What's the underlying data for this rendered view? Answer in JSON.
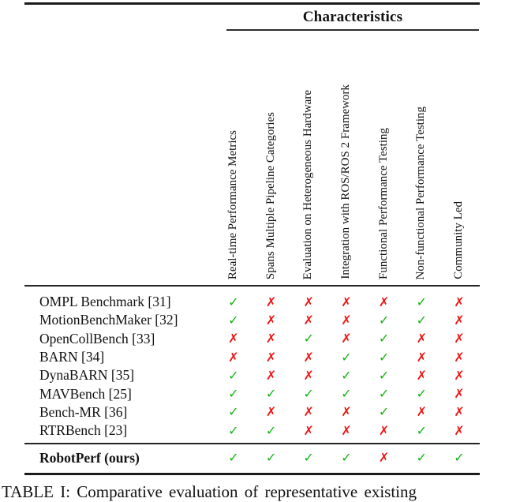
{
  "table": {
    "group_header": "Characteristics",
    "columns": [
      "Real-time Performance Metrics",
      "Spans Multiple Pipeline Categories",
      "Evaluation on Heterogeneous Hardware",
      "Integration with ROS/ROS 2 Framework",
      "Functional Performance Testing",
      "Non-functional Performance Testing",
      "Community Led"
    ],
    "rows": [
      {
        "label": "OMPL Benchmark [31]",
        "values": [
          "yes",
          "no",
          "no",
          "no",
          "no",
          "yes",
          "no"
        ]
      },
      {
        "label": "MotionBenchMaker [32]",
        "values": [
          "yes",
          "no",
          "no",
          "no",
          "yes",
          "yes",
          "no"
        ]
      },
      {
        "label": "OpenCollBench [33]",
        "values": [
          "no",
          "no",
          "yes",
          "no",
          "yes",
          "no",
          "no"
        ]
      },
      {
        "label": "BARN [34]",
        "values": [
          "no",
          "no",
          "no",
          "yes",
          "yes",
          "no",
          "no"
        ]
      },
      {
        "label": "DynaBARN [35]",
        "values": [
          "yes",
          "no",
          "no",
          "yes",
          "yes",
          "no",
          "no"
        ]
      },
      {
        "label": "MAVBench [25]",
        "values": [
          "yes",
          "yes",
          "yes",
          "yes",
          "yes",
          "yes",
          "no"
        ]
      },
      {
        "label": "Bench-MR [36]",
        "values": [
          "yes",
          "no",
          "no",
          "no",
          "yes",
          "no",
          "no"
        ]
      },
      {
        "label": "RTRBench [23]",
        "values": [
          "yes",
          "yes",
          "no",
          "no",
          "no",
          "yes",
          "no"
        ]
      }
    ],
    "highlight_row": {
      "label": "RobotPerf (ours)",
      "values": [
        "yes",
        "yes",
        "yes",
        "yes",
        "no",
        "yes",
        "yes"
      ]
    },
    "marks": {
      "yes": "✓",
      "no": "✗"
    },
    "colors": {
      "yes": "#15b215",
      "no": "#ef1616"
    }
  },
  "caption": "TABLE I: Comparative evaluation of representative existing"
}
